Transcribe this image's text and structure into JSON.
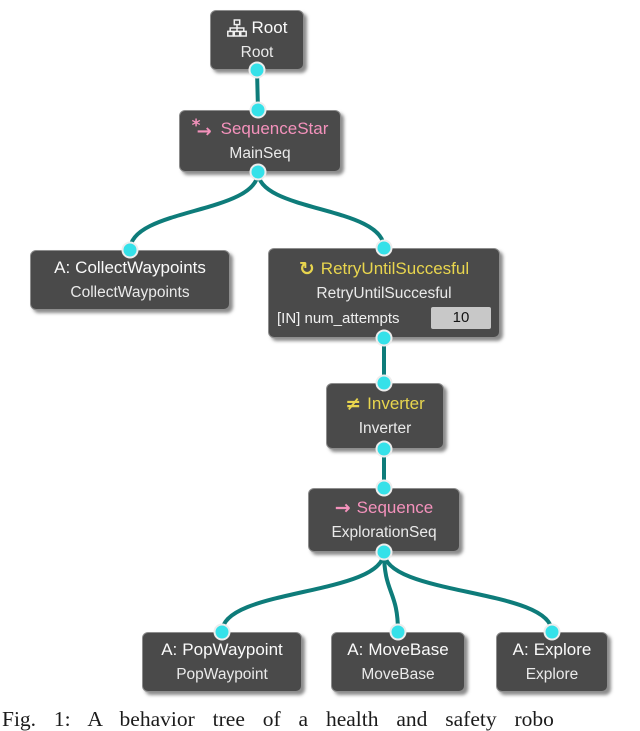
{
  "caption": "Fig. 1: A behavior tree of a health and safety robo",
  "colors": {
    "node_bg": "#4a4a4a",
    "node_border": "#8d8d8d",
    "edge_teal": "#0e7c7a",
    "port_dot_cyan": "#35e1e9",
    "title_pink": "#f492bc",
    "title_yellow": "#e8d54e",
    "title_white": "#fafafa",
    "value_box_bg": "#c8c8c8",
    "value_box_text": "#151515"
  },
  "nodes": {
    "root": {
      "icon": "tree-icon",
      "title": "Root",
      "subtitle": "Root"
    },
    "mainseq": {
      "icon": "sequence-star-icon",
      "icon_star": "*",
      "icon_arrow": "→",
      "title": "SequenceStar",
      "subtitle": "MainSeq"
    },
    "collect": {
      "prefix": "A:",
      "title": "CollectWaypoints",
      "subtitle": "CollectWaypoints"
    },
    "retry": {
      "icon": "retry-icon",
      "icon_glyph": "↻",
      "title": "RetryUntilSuccesful",
      "subtitle": "RetryUntilSuccesful",
      "port_label": "[IN] num_attempts",
      "port_value": "10"
    },
    "inverter": {
      "icon": "not-equal-icon",
      "icon_glyph": "≠",
      "title": "Inverter",
      "subtitle": "Inverter"
    },
    "expseq": {
      "icon": "arrow-icon",
      "icon_glyph": "→",
      "title": "Sequence",
      "subtitle": "ExplorationSeq"
    },
    "pop": {
      "prefix": "A:",
      "title": "PopWaypoint",
      "subtitle": "PopWaypoint"
    },
    "move": {
      "prefix": "A:",
      "title": "MoveBase",
      "subtitle": "MoveBase"
    },
    "explore": {
      "prefix": "A:",
      "title": "Explore",
      "subtitle": "Explore"
    }
  }
}
